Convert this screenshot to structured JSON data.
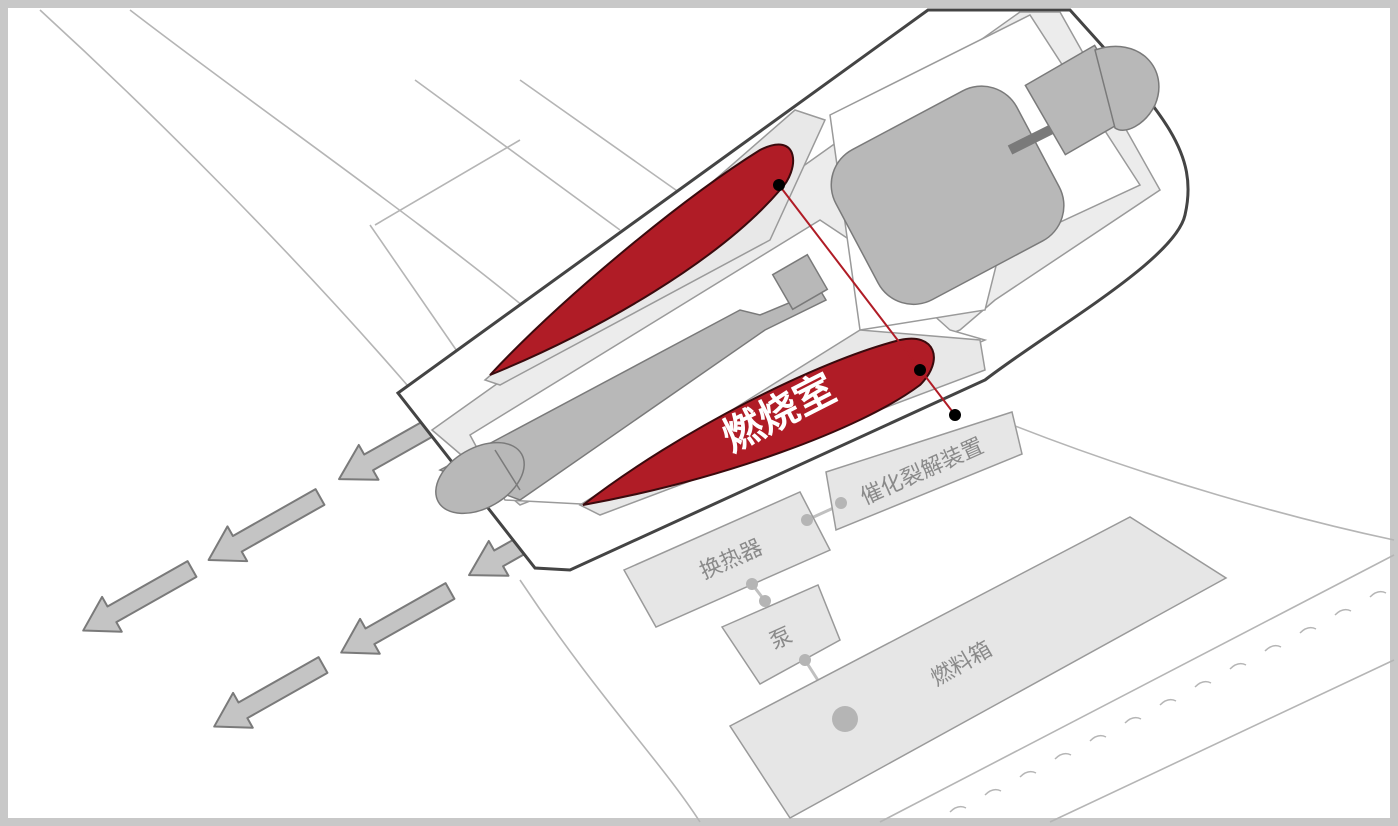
{
  "labels": {
    "combustion_chamber": "燃烧室",
    "catalytic_cracker": "催化裂解装置",
    "heat_exchanger": "换热器",
    "pump": "泵",
    "fuel_tank": "燃料箱"
  },
  "colors": {
    "border": "#c8c8c8",
    "combustion_red": "#b01c26",
    "component_fill": "#e6e6e6",
    "component_stroke": "#9a9a9a",
    "core_gray": "#b8b8b8",
    "arrow_fill": "#c4c4c4",
    "line_gray": "#9e9e9e"
  }
}
